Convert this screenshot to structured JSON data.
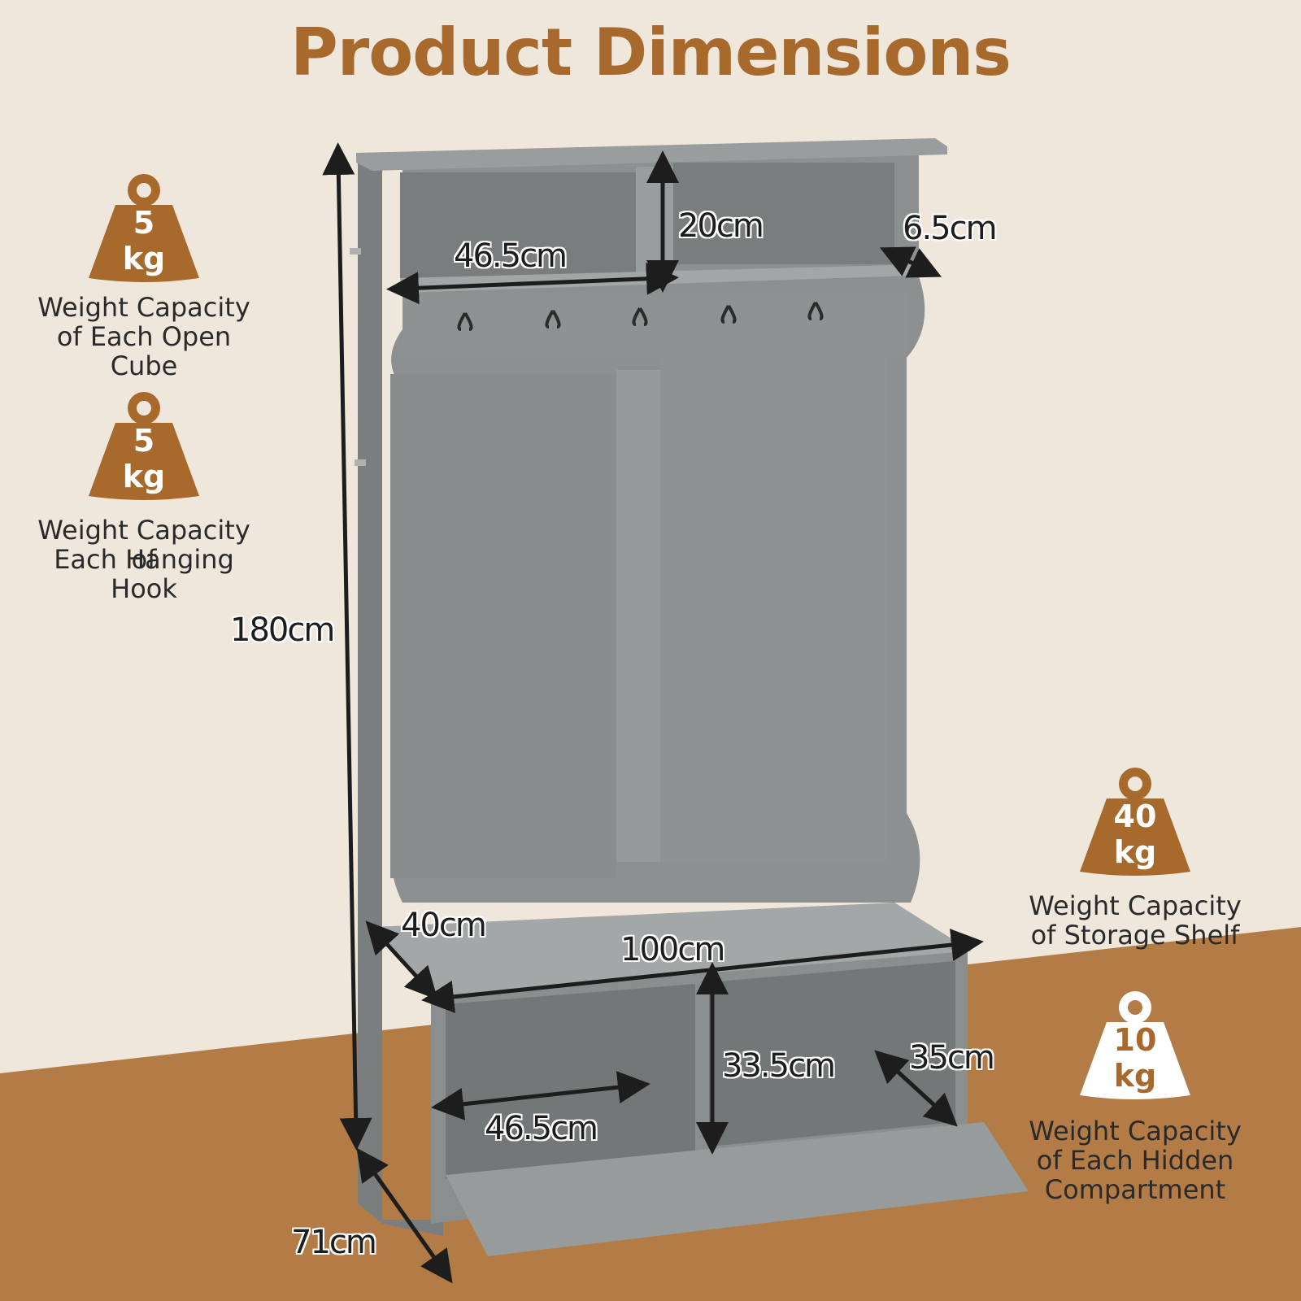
{
  "title": "Product Dimensions",
  "colors": {
    "accent": "#a86a2c",
    "background": "#efe6dc",
    "floor": "#b37b46",
    "furniture": "#8d9090"
  },
  "dimensions": {
    "height": "180cm",
    "top_cube_width": "46.5cm",
    "top_cube_height": "20cm",
    "top_shelf_depth": "6.5cm",
    "bench_depth": "40cm",
    "bench_width": "100cm",
    "compartment_height": "33.5cm",
    "compartment_depth": "35cm",
    "compartment_width": "46.5cm",
    "open_depth": "71cm"
  },
  "capacities": [
    {
      "value": "5",
      "unit": "kg",
      "caption": [
        "Weight Capacity",
        "of Each Open Cube"
      ],
      "style": "filled",
      "icon": "weight-icon"
    },
    {
      "value": "5",
      "unit": "kg",
      "caption": [
        "Weight Capacity of",
        "Each Hanging Hook"
      ],
      "style": "filled",
      "icon": "weight-icon"
    },
    {
      "value": "40",
      "unit": "kg",
      "caption": [
        "Weight Capacity",
        "of Storage Shelf"
      ],
      "style": "filled",
      "icon": "weight-icon"
    },
    {
      "value": "10",
      "unit": "kg",
      "caption": [
        "Weight Capacity",
        "of Each Hidden",
        "Compartment"
      ],
      "style": "outline",
      "icon": "weight-icon"
    }
  ]
}
